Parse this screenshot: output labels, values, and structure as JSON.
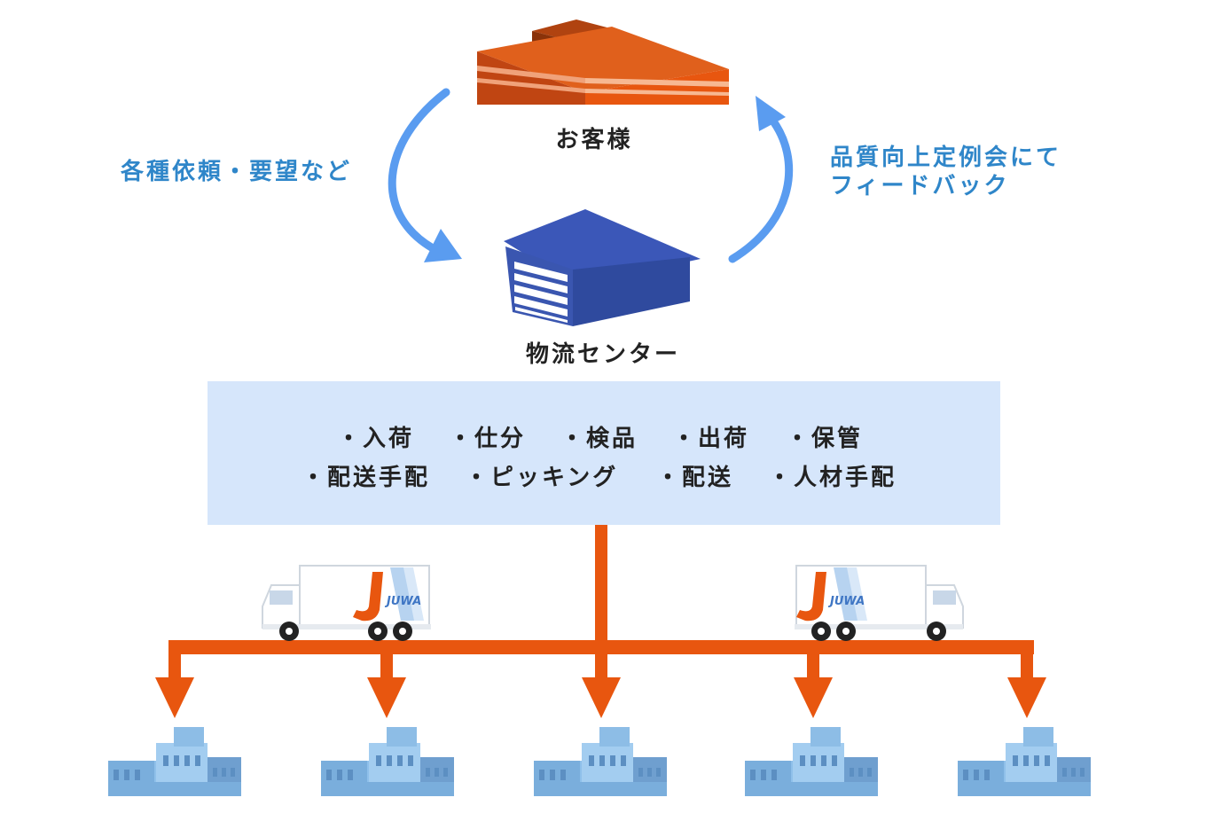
{
  "nodes": {
    "customer": "お客様",
    "center": "物流センター"
  },
  "flows": {
    "request": "各種依頼・要望など",
    "feedback_line1": "品質向上定例会にて",
    "feedback_line2": "フィードバック"
  },
  "services": {
    "row1": [
      "・入荷",
      "・仕分",
      "・検品",
      "・出荷",
      "・保管"
    ],
    "row2": [
      "・配送手配",
      "・ピッキング",
      "・配送",
      "・人材手配"
    ]
  },
  "truck_logo": "JUWA",
  "colors": {
    "orange": "#e8560f",
    "arrow_blue": "#5a9cf0",
    "text_blue": "#2f86c9",
    "panel_bg": "#d6e6fb",
    "warehouse_blue": "#3a56b0",
    "destination_blue": "#7fb6e6"
  }
}
